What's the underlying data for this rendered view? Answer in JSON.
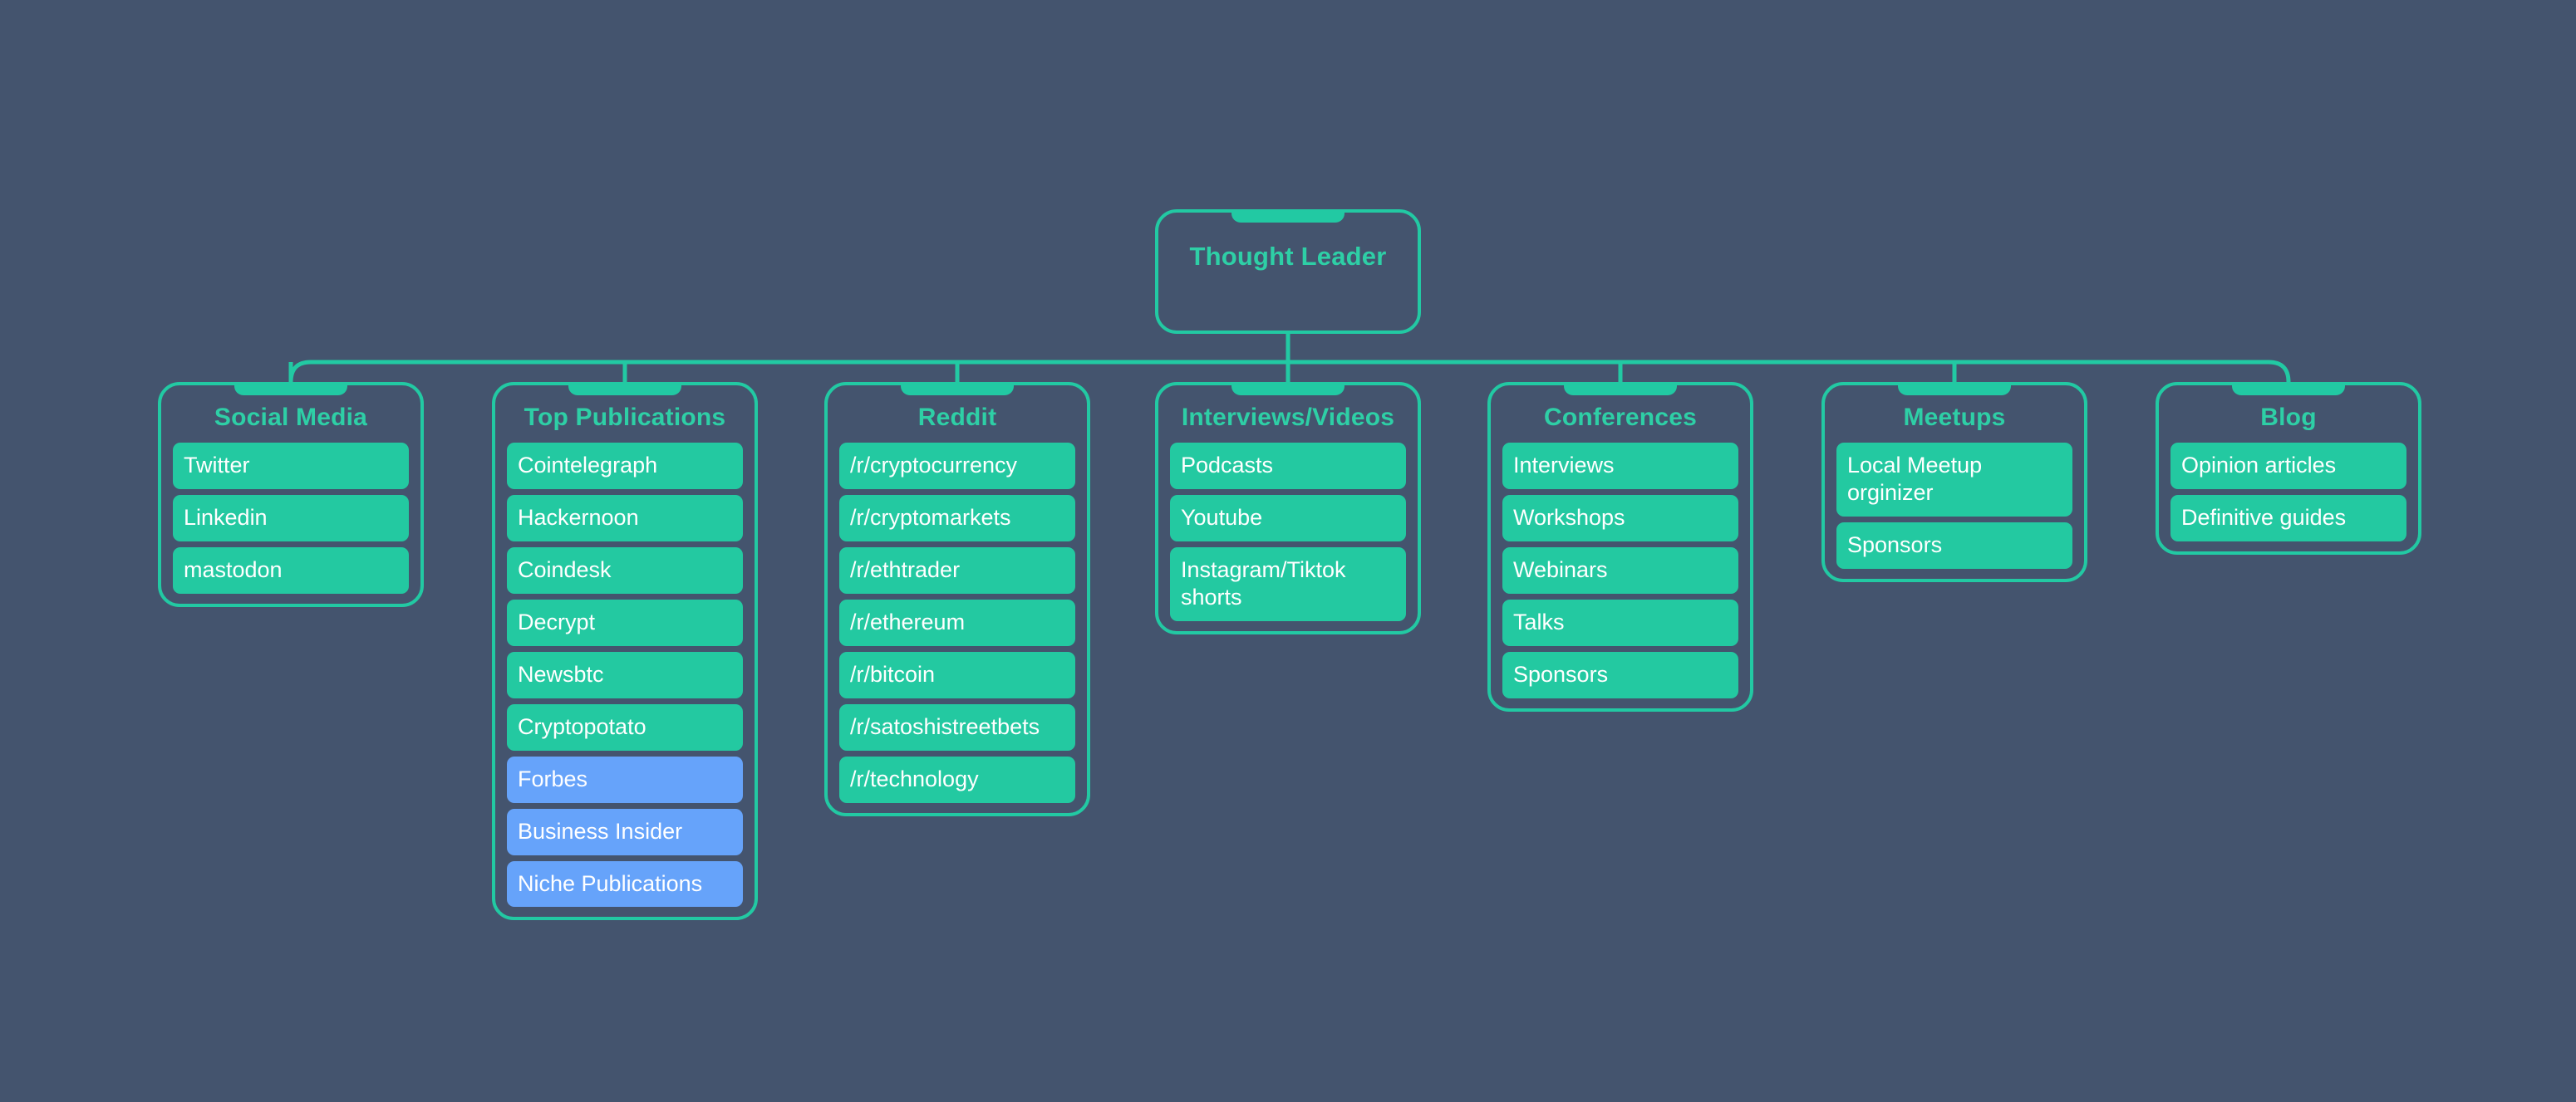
{
  "colors": {
    "background": "#44546e",
    "accent_teal": "#22c9a3",
    "chip_teal": "#23c9a1",
    "chip_blue": "#66a3fa",
    "title_text": "#2ecfa6",
    "chip_text": "#ffffff"
  },
  "root": {
    "title": "Thought Leader"
  },
  "columns": [
    {
      "id": "social",
      "title": "Social Media",
      "items": [
        {
          "label": "Twitter",
          "color": "teal"
        },
        {
          "label": "Linkedin",
          "color": "teal"
        },
        {
          "label": "mastodon",
          "color": "teal"
        }
      ]
    },
    {
      "id": "pubs",
      "title": "Top Publications",
      "items": [
        {
          "label": "Cointelegraph",
          "color": "teal"
        },
        {
          "label": "Hackernoon",
          "color": "teal"
        },
        {
          "label": "Coindesk",
          "color": "teal"
        },
        {
          "label": "Decrypt",
          "color": "teal"
        },
        {
          "label": "Newsbtc",
          "color": "teal"
        },
        {
          "label": "Cryptopotato",
          "color": "teal"
        },
        {
          "label": "Forbes",
          "color": "blue"
        },
        {
          "label": "Business Insider",
          "color": "blue"
        },
        {
          "label": "Niche Publications",
          "color": "blue"
        }
      ]
    },
    {
      "id": "reddit",
      "title": "Reddit",
      "items": [
        {
          "label": "/r/cryptocurrency",
          "color": "teal"
        },
        {
          "label": "/r/cryptomarkets",
          "color": "teal"
        },
        {
          "label": "/r/ethtrader",
          "color": "teal"
        },
        {
          "label": "/r/ethereum",
          "color": "teal"
        },
        {
          "label": "/r/bitcoin",
          "color": "teal"
        },
        {
          "label": "/r/satoshistreetbets",
          "color": "teal"
        },
        {
          "label": "/r/technology",
          "color": "teal"
        }
      ]
    },
    {
      "id": "videos",
      "title": "Interviews/Videos",
      "items": [
        {
          "label": "Podcasts",
          "color": "teal"
        },
        {
          "label": "Youtube",
          "color": "teal"
        },
        {
          "label": "Instagram/Tiktok shorts",
          "color": "teal"
        }
      ]
    },
    {
      "id": "conf",
      "title": "Conferences",
      "items": [
        {
          "label": "Interviews",
          "color": "teal"
        },
        {
          "label": "Workshops",
          "color": "teal"
        },
        {
          "label": "Webinars",
          "color": "teal"
        },
        {
          "label": "Talks",
          "color": "teal"
        },
        {
          "label": "Sponsors",
          "color": "teal"
        }
      ]
    },
    {
      "id": "meetups",
      "title": "Meetups",
      "items": [
        {
          "label": "Local Meetup orginizer",
          "color": "teal"
        },
        {
          "label": "Sponsors",
          "color": "teal"
        }
      ]
    },
    {
      "id": "blog",
      "title": "Blog",
      "items": [
        {
          "label": "Opinion articles",
          "color": "teal"
        },
        {
          "label": "Definitive guides",
          "color": "teal"
        }
      ]
    }
  ]
}
